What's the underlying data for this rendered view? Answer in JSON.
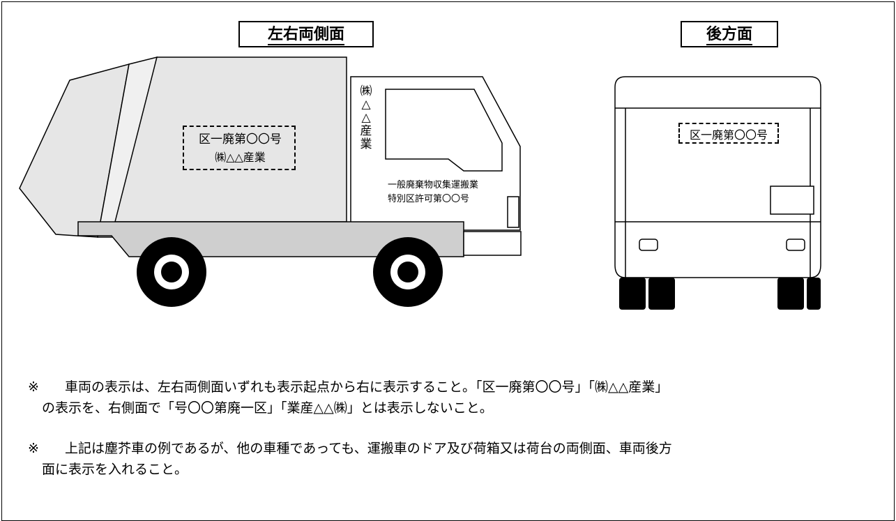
{
  "headings": {
    "side": "左右両側面",
    "rear": "後方面"
  },
  "truck_side": {
    "box_line1": "区一廃第〇〇号",
    "box_line2": "㈱△△産業",
    "door_vertical": "㈱△△産業",
    "door_line1": "一般廃棄物収集運搬業",
    "door_line2": "特別区許可第〇〇号"
  },
  "truck_rear": {
    "plate": "区一廃第〇〇号"
  },
  "notes": [
    {
      "mark": "※",
      "line1": "　車両の表示は、左右両側面いずれも表示起点から右に表示すること。「区一廃第〇〇号」「㈱△△産業」",
      "line2": "の表示を、右側面で「号〇〇第廃一区」「業産△△㈱」とは表示しないこと。"
    },
    {
      "mark": "※",
      "line1": "　上記は塵芥車の例であるが、他の車種であっても、運搬車のドア及び荷箱又は荷台の両側面、車両後方",
      "line2": "面に表示を入れること。"
    }
  ]
}
